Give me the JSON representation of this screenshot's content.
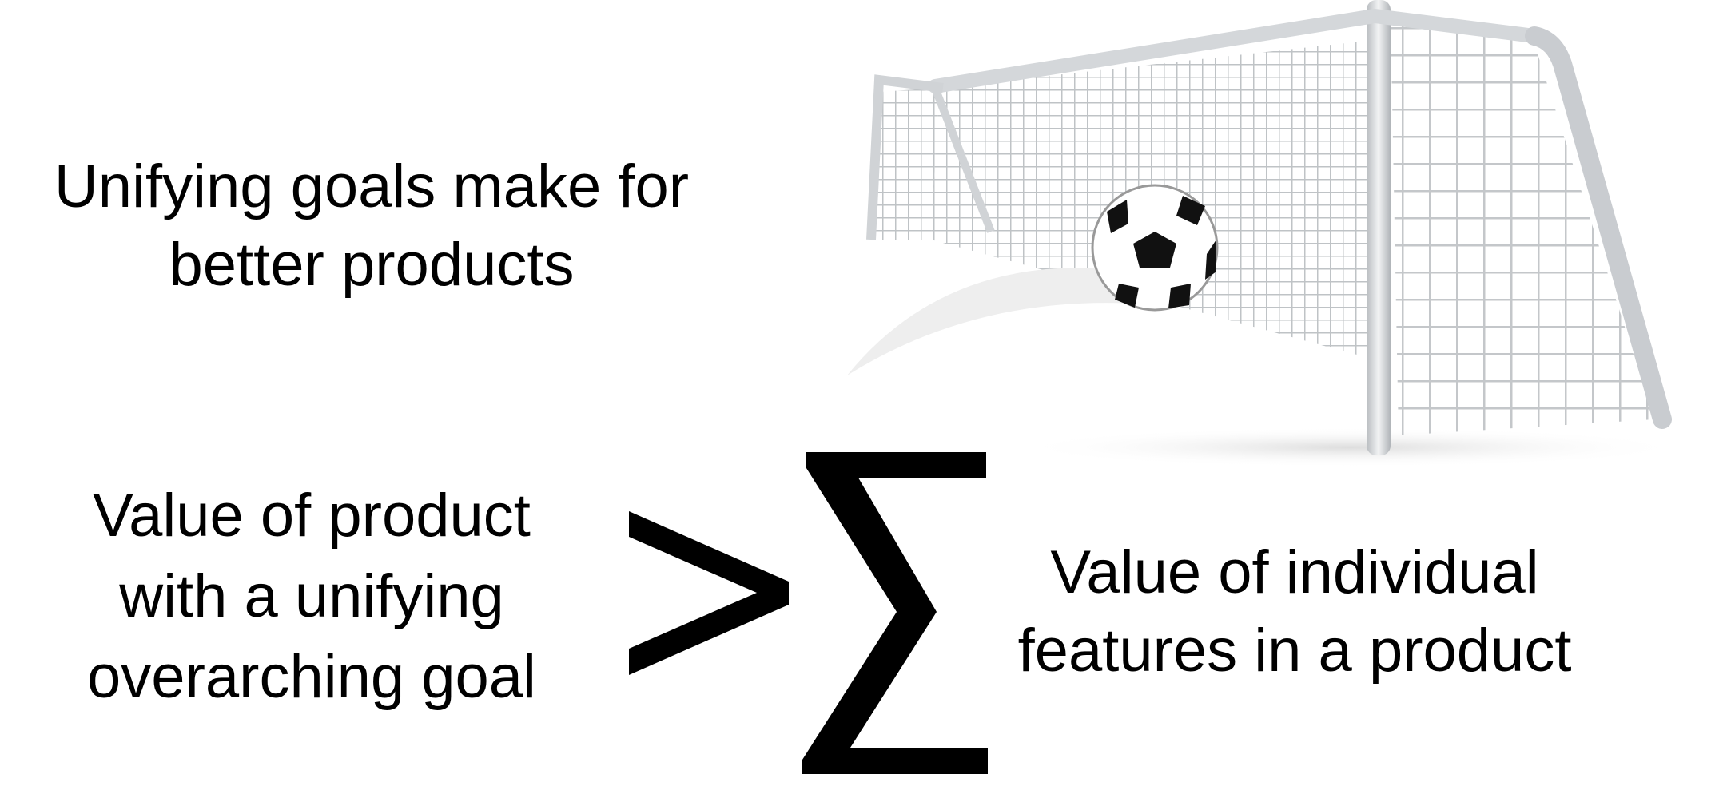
{
  "headline": {
    "line1": "Unifying goals make for",
    "line2": "better products"
  },
  "left_expression": {
    "line1": "Value of product",
    "line2": "with a unifying",
    "line3": "overarching goal"
  },
  "operator": {
    "greater_than": ">",
    "sum": "∑"
  },
  "right_expression": {
    "line1": "Value of individual",
    "line2": "features in a product"
  },
  "colors": {
    "text": "#000000",
    "post": "#d9dcdf",
    "net": "#c8cbce"
  }
}
